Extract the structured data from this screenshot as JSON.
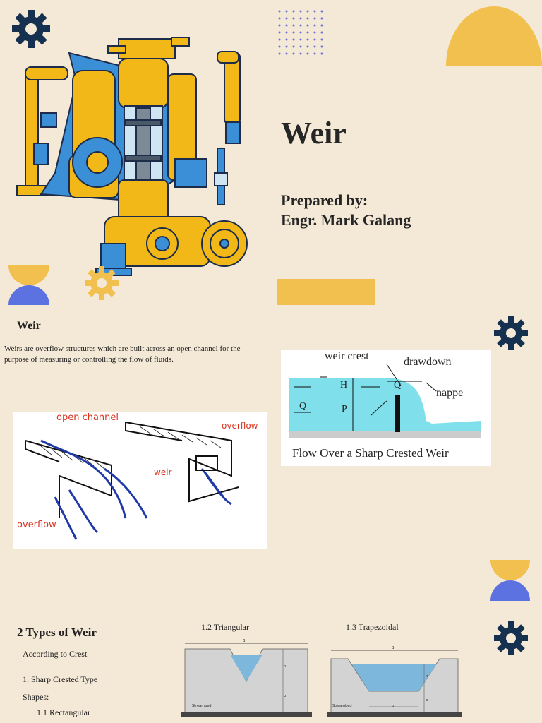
{
  "slide1": {
    "title": "Weir",
    "prepared_label": "Prepared by:",
    "author": "Engr. Mark Galang"
  },
  "slide2": {
    "heading": "Weir",
    "description": "Weirs are overflow structures which are built across an open channel for the purpose of measuring or controlling the flow of fluids.",
    "sketch_labels": {
      "open_channel": "open channel",
      "overflow_top": "overflow",
      "weir": "weir",
      "overflow_bottom": "overflow"
    },
    "diagram_labels": {
      "weir_crest": "weir crest",
      "drawdown": "drawdown",
      "nappe": "nappe",
      "h": "H",
      "q": "Q",
      "p": "P",
      "q_left": "Q",
      "caption": "Flow Over a Sharp Crested Weir"
    }
  },
  "slide3": {
    "heading": "2 Types of Weir",
    "according": "According to Crest",
    "item1": "1.  Sharp Crested Type",
    "shapes": "Shapes:",
    "sub_rect": "1.1 Rectangular",
    "sub_tri": "1.2 Triangular",
    "sub_trap": "1.3 Trapezoidal",
    "small_labels": {
      "b_top": "B",
      "streambed": "Streambed",
      "b_bottom": "b",
      "h": "h",
      "p": "p"
    }
  },
  "colors": {
    "background": "#f4e8d6",
    "navy": "#16304f",
    "yellow": "#f2c04e",
    "blue": "#5b72e0",
    "dots": "#6f70d8"
  }
}
